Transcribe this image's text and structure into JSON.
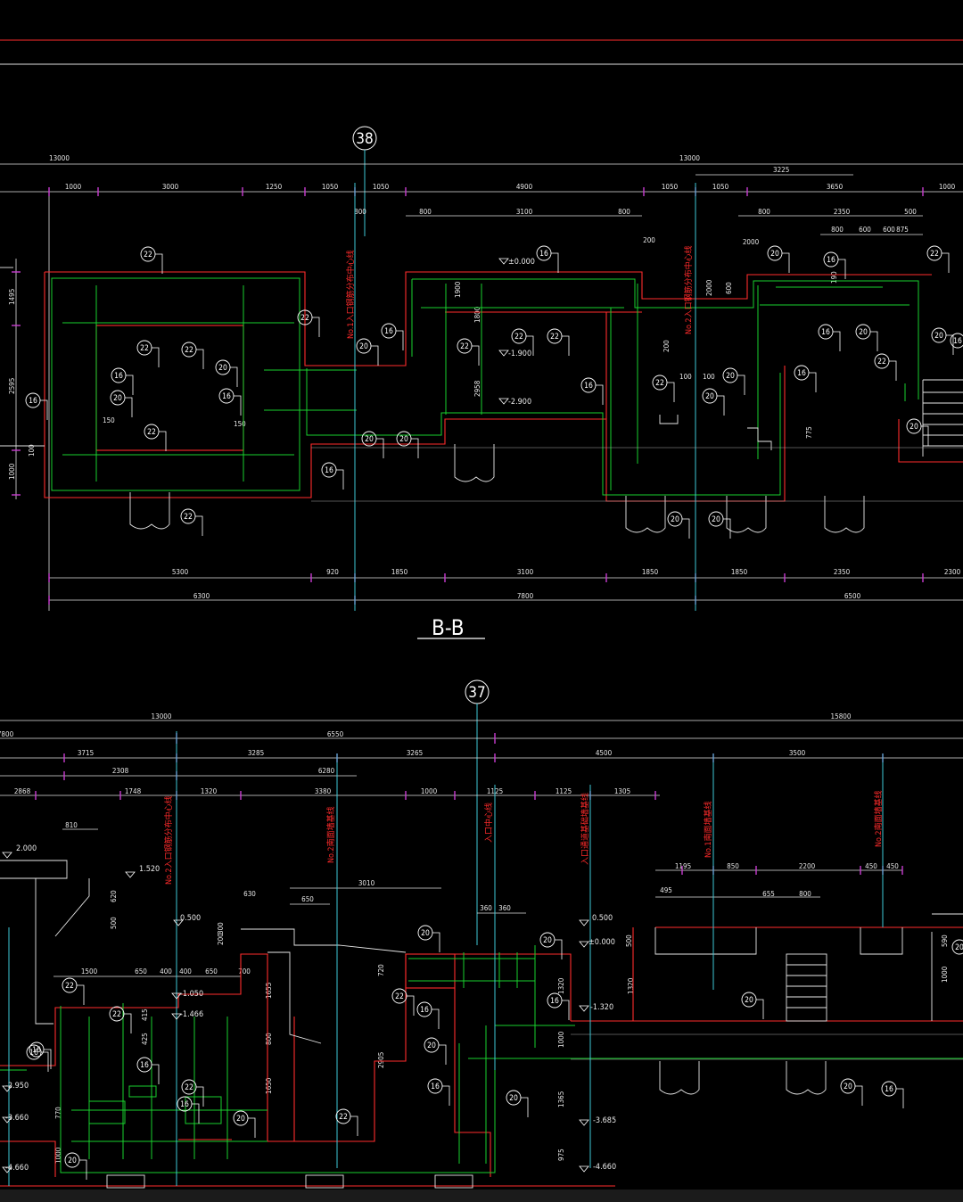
{
  "drawing": {
    "section_title": "B-B",
    "colors": {
      "background": "#000000",
      "concrete_outline": "#ff2b2b",
      "reinforcement": "#19d12e",
      "dimension": "#ffffff",
      "axis_line": "#3ec7d6",
      "tick": "#c83cd0",
      "note_text": "#ff2b2b"
    },
    "upper": {
      "axis_label": "38",
      "top_dims": [
        "13000",
        "13000"
      ],
      "row2_dims": [
        "1000",
        "3000",
        "1250",
        "1050",
        "1050",
        "4900",
        "1050",
        "1050",
        "3650",
        "1000"
      ],
      "row3_dims": [
        "800",
        "3100",
        "800",
        "800",
        "2350",
        "500"
      ],
      "span_dim": "3225",
      "small_dims": [
        "800",
        "600",
        "600",
        "875"
      ],
      "vertical_dims": [
        "1495",
        "2595",
        "1000",
        "100",
        "800",
        "1900",
        "1800",
        "2958",
        "200",
        "2000",
        "775",
        "600",
        "190"
      ],
      "bottom_dims": [
        "5300",
        "920",
        "1850",
        "3100",
        "1850",
        "1850",
        "2350",
        "2300"
      ],
      "bottom_totals": [
        "6300",
        "7800",
        "6500"
      ],
      "small_lengths": [
        "150",
        "150",
        "100",
        "100"
      ],
      "levels": [
        "±0.000",
        "-1.900",
        "-2.900"
      ],
      "notes": [
        "No.1入口钢筋分布中心线",
        "No.2入口钢筋分布中心线"
      ],
      "rebar_tags": [
        "22",
        "22",
        "22",
        "22",
        "22",
        "16",
        "20",
        "20",
        "16",
        "16",
        "22",
        "16",
        "20",
        "20",
        "20",
        "16",
        "22",
        "22",
        "22",
        "16",
        "16",
        "22",
        "20",
        "20",
        "20",
        "20",
        "16",
        "20",
        "16",
        "16",
        "20",
        "22",
        "20",
        "22",
        "20",
        "16"
      ]
    },
    "lower": {
      "axis_label": "37",
      "top_dims": [
        "13000",
        "15800"
      ],
      "row2_dims": [
        "7800",
        "3715",
        "3285",
        "6550",
        "3265",
        "4500",
        "3500"
      ],
      "row3_dims": [
        "2308",
        "6280"
      ],
      "row4_dims": [
        "2868",
        "1748",
        "1320",
        "3380",
        "1000",
        "1125",
        "1125",
        "1305"
      ],
      "right_dims": [
        "1195",
        "850",
        "2200",
        "450",
        "450",
        "495",
        "655",
        "800"
      ],
      "misc_dims": [
        "810",
        "620",
        "500",
        "630",
        "650",
        "3010",
        "360",
        "360",
        "200",
        "300",
        "1500",
        "650",
        "400",
        "400",
        "650",
        "700",
        "1655",
        "800",
        "1650",
        "2905",
        "720",
        "1320",
        "1320",
        "1000",
        "1365",
        "975",
        "415",
        "425",
        "500",
        "590",
        "1000",
        "1000",
        "770"
      ],
      "levels": [
        "2.000",
        "1.520",
        "0.500",
        "0.500",
        "±0.000",
        "-1.050",
        "-1.466",
        "-1.320",
        "-2.950",
        "-3.660",
        "-3.685",
        "-4.660",
        "-4.660"
      ],
      "notes": [
        "No.2入口钢筋分布中心线",
        "No.2南面墙基线",
        "入口中心线",
        "入口通道基础墙基线",
        "No.1南面墙基线",
        "No.2南面墙基线"
      ],
      "rebar_tags": [
        "20",
        "20",
        "22",
        "22",
        "16",
        "16",
        "16",
        "20",
        "20",
        "22",
        "22",
        "16",
        "16",
        "20",
        "16",
        "22",
        "20",
        "20",
        "20",
        "16",
        "16",
        "20"
      ]
    }
  }
}
